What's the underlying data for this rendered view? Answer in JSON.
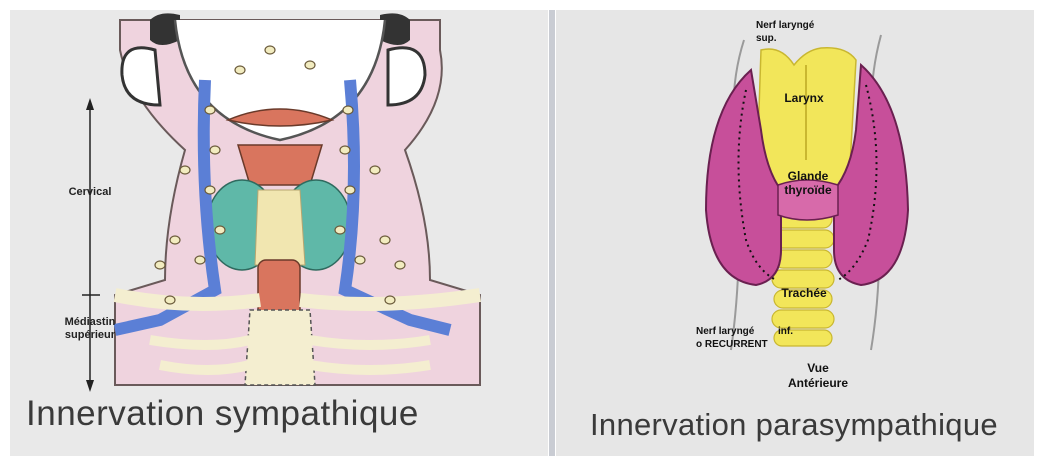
{
  "left": {
    "caption": "Innervation sympathique",
    "labels": {
      "cervical": "Cervical",
      "mediastin_line1": "Médiastin",
      "mediastin_line2": "supérieur"
    }
  },
  "right": {
    "caption": "Innervation parasympathique",
    "labels": {
      "nerf_sup_line1": "Nerf laryngé",
      "nerf_sup_line2": "sup.",
      "larynx": "Larynx",
      "glande_line1": "Glande",
      "glande_line2": "thyroïde",
      "trachee": "Trachée",
      "nerf_inf_line1": "Nerf laryngé",
      "nerf_inf_inf": "inf.",
      "nerf_inf_line2": "o RECURRENT",
      "vue_line1": "Vue",
      "vue_line2": "Antérieure"
    }
  },
  "colors": {
    "skin": "#efd3de",
    "vein": "#5b7fd6",
    "thyroid_left": "#5fb8a8",
    "larynx_left": "#d9755e",
    "thyroid_right": "#c74f9a",
    "larynx_right": "#f2e65a"
  }
}
